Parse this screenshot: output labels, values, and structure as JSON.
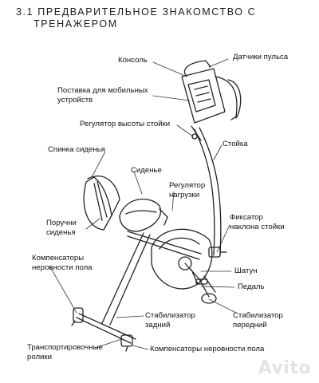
{
  "title": {
    "line1": "3.1 Предварительное знакомство с",
    "line2": "тренажером"
  },
  "labels": {
    "console": "Консоль",
    "pulse_sensors": "Датчики пульса",
    "mobile_holder": "Поставка для мобильных устройств",
    "mast_height": "Регулятор высоты стойки",
    "mast": "Стойка",
    "seat_back": "Спинка сиденья",
    "seat": "Сиденье",
    "load_regulator": "Регулятор нагрузки",
    "seat_handles": "Поручни сиденья",
    "mast_tilt_lock": "Фиксатор наклона стойки",
    "floor_comp_left": "Компенсаторы неровности пола",
    "crank": "Шатун",
    "pedal": "Педаль",
    "rear_stabilizer": "Стабилизатор задний",
    "front_stabilizer": "Стабилизатор передний",
    "transport_rollers": "Транспортировочные ролики",
    "floor_comp_bottom": "Компенсаторы неровности пола"
  },
  "watermark": "Avito"
}
